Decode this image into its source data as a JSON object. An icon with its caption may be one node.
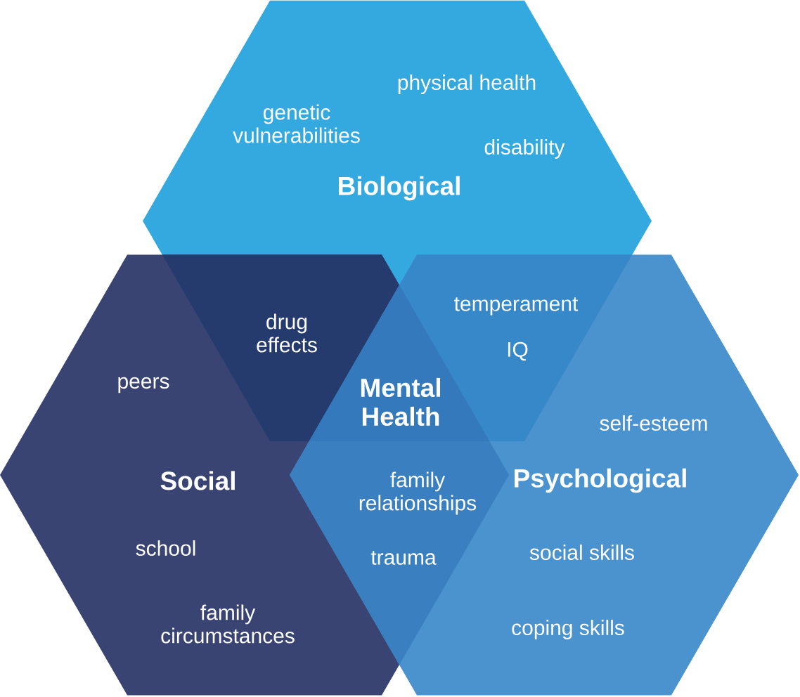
{
  "diagram": {
    "nodes": [
      {
        "text": [
          "physical health",
          "genetic vulnerabilities",
          "disability",
          "Biological"
        ]
      },
      {
        "text": [
          "peers",
          "Social",
          "school",
          "family circumstances"
        ]
      },
      {
        "text": [
          "self-esteem",
          "Psychological",
          "social skills",
          "coping skills"
        ]
      }
    ],
    "labels": [
      "temperament",
      "drug effects",
      "IQ",
      "Mental Health",
      "family relationships",
      "trauma"
    ]
  }
}
